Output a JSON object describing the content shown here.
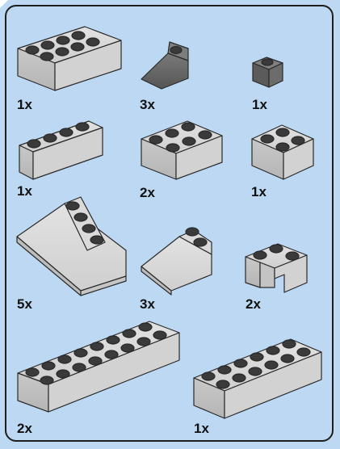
{
  "parts": [
    {
      "id": "brick-2x4",
      "qty": "1x"
    },
    {
      "id": "slope-45-2x1-dark",
      "qty": "3x"
    },
    {
      "id": "brick-1x1-dark",
      "qty": "1x"
    },
    {
      "id": "brick-1x4",
      "qty": "1x"
    },
    {
      "id": "brick-2x3",
      "qty": "2x"
    },
    {
      "id": "brick-2x2",
      "qty": "1x"
    },
    {
      "id": "slope-33-3x4",
      "qty": "5x"
    },
    {
      "id": "slope-33-3x2",
      "qty": "3x"
    },
    {
      "id": "brick-2x2-corner",
      "qty": "2x"
    },
    {
      "id": "brick-2x8",
      "qty": "2x"
    },
    {
      "id": "brick-2x6",
      "qty": "1x"
    }
  ],
  "colors": {
    "background": "#bcd8f2",
    "brick_light_gray": "#d7d7d7",
    "brick_dark_gray": "#6a6a6a",
    "outline": "#2a2a2a"
  }
}
